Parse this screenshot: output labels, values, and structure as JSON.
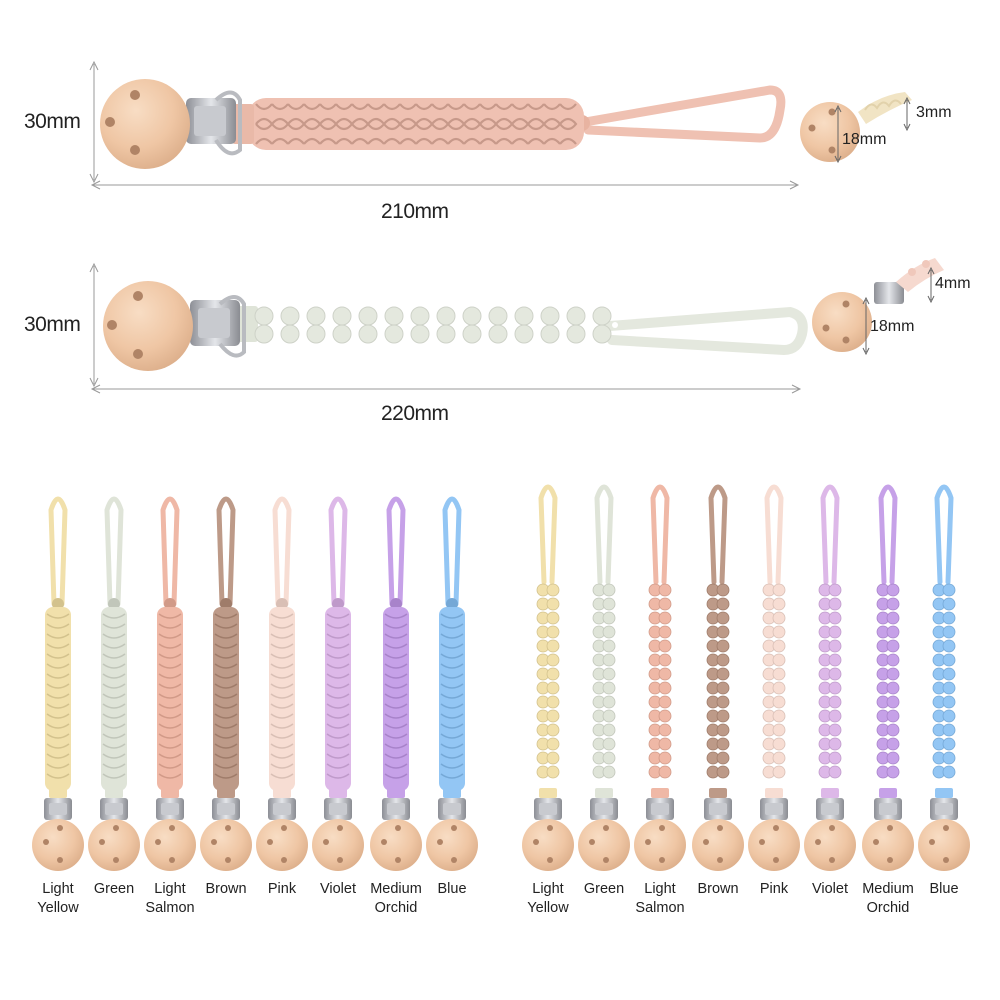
{
  "top_product": {
    "height_label": "30mm",
    "length_label": "210mm",
    "clip_label": "18mm",
    "strand_label": "3mm",
    "color": "#efc1b2"
  },
  "bottom_product": {
    "height_label": "30mm",
    "length_label": "220mm",
    "clip_label": "18mm",
    "strand_label": "4mm",
    "color": "#e4e8de"
  },
  "braided_variants": [
    {
      "name_line1": "Light",
      "name_line2": "Yellow",
      "color": "#f1e0ab"
    },
    {
      "name_line1": "Green",
      "name_line2": "",
      "color": "#dfe4d8"
    },
    {
      "name_line1": "Light",
      "name_line2": "Salmon",
      "color": "#efb8a6"
    },
    {
      "name_line1": "Brown",
      "name_line2": "",
      "color": "#bd9a88"
    },
    {
      "name_line1": "Pink",
      "name_line2": "",
      "color": "#f7ddd3"
    },
    {
      "name_line1": "Violet",
      "name_line2": "",
      "color": "#ddb8e8"
    },
    {
      "name_line1": "Medium",
      "name_line2": "Orchid",
      "color": "#c6a1e8"
    },
    {
      "name_line1": "Blue",
      "name_line2": "",
      "color": "#93c6f4"
    }
  ],
  "knotted_variants": [
    {
      "name_line1": "Light",
      "name_line2": "Yellow",
      "color": "#f1e0ab"
    },
    {
      "name_line1": "Green",
      "name_line2": "",
      "color": "#dfe4d8"
    },
    {
      "name_line1": "Light",
      "name_line2": "Salmon",
      "color": "#efb8a6"
    },
    {
      "name_line1": "Brown",
      "name_line2": "",
      "color": "#bd9a88"
    },
    {
      "name_line1": "Pink",
      "name_line2": "",
      "color": "#f7ddd3"
    },
    {
      "name_line1": "Violet",
      "name_line2": "",
      "color": "#ddb8e8"
    },
    {
      "name_line1": "Medium",
      "name_line2": "Orchid",
      "color": "#c6a1e8"
    },
    {
      "name_line1": "Blue",
      "name_line2": "",
      "color": "#93c6f4"
    }
  ],
  "wood_color": "#f0c9a8"
}
